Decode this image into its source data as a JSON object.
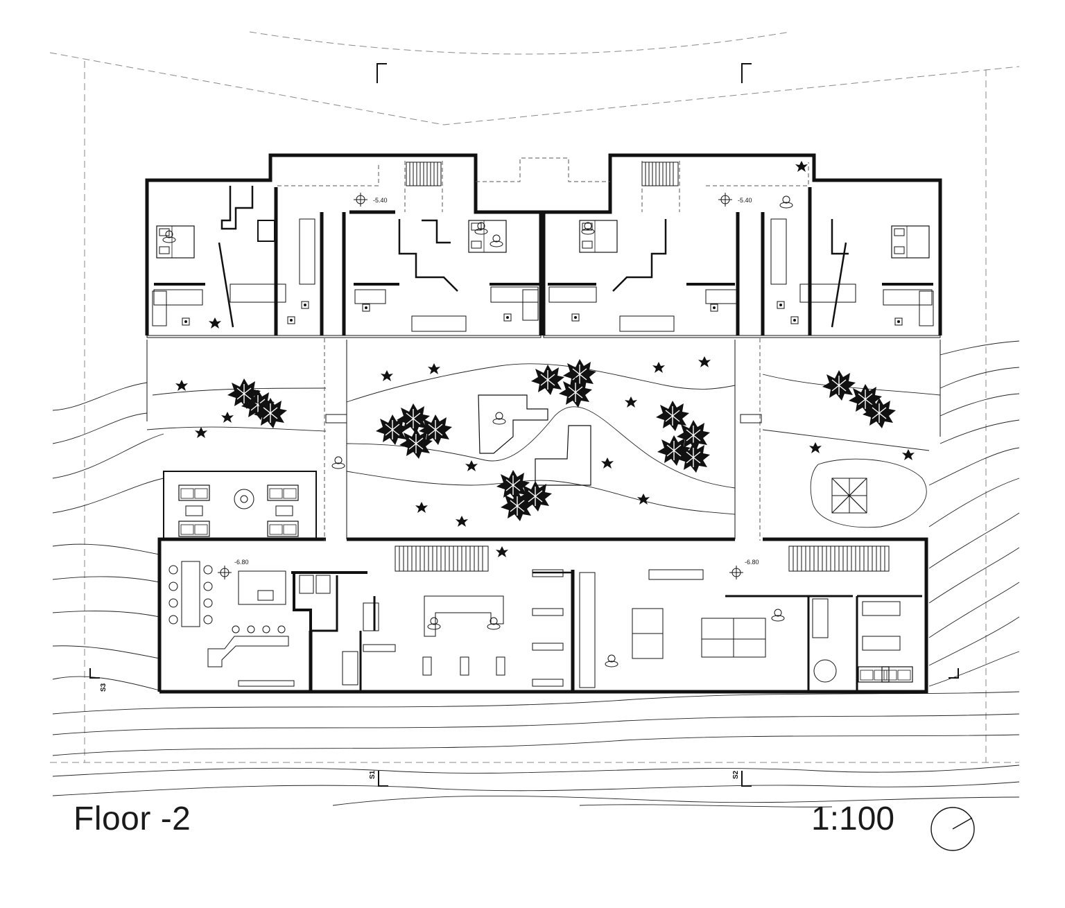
{
  "drawing": {
    "title": "Floor -2",
    "scale": "1:100"
  },
  "elevations": [
    {
      "id": "elev-1",
      "label": "-5.40"
    },
    {
      "id": "elev-2",
      "label": "-5.40"
    },
    {
      "id": "elev-3",
      "label": "-6.80"
    },
    {
      "id": "elev-4",
      "label": "-6.80"
    }
  ],
  "section_markers": [
    {
      "id": "s3",
      "label": "S3"
    },
    {
      "id": "s1",
      "label": "S1"
    },
    {
      "id": "s2",
      "label": "S2"
    }
  ],
  "icons": [
    "north-arrow-icon",
    "level-marker-icon",
    "tree-icon",
    "plant-icon",
    "bed-icon",
    "sofa-icon",
    "table-icon",
    "stair-icon",
    "person-icon"
  ],
  "colors": {
    "ink": "#111111",
    "paper": "#ffffff",
    "dash": "#888888"
  }
}
